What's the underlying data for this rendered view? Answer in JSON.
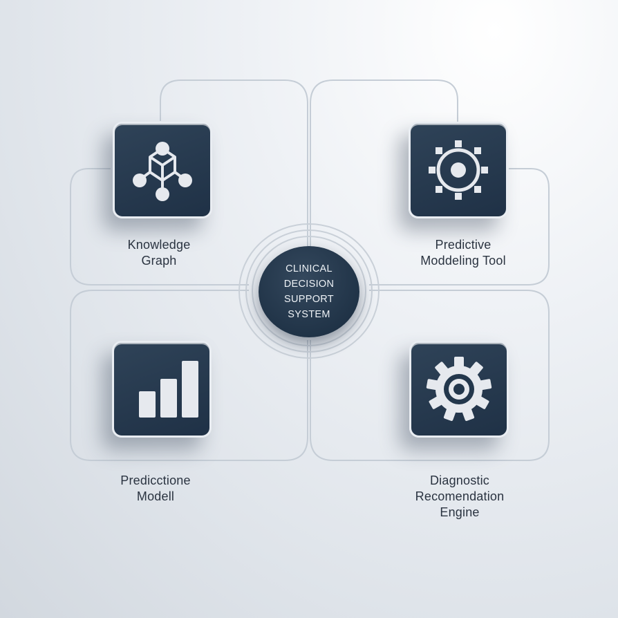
{
  "hub": {
    "lines": [
      "CLINICAL",
      "DECISION",
      "SUPPORT",
      "SYSTEM"
    ]
  },
  "nodes": [
    {
      "id": "knowledge-graph",
      "icon": "network-graph-icon",
      "lines": [
        "Knowledge",
        "Graph"
      ]
    },
    {
      "id": "predictive-modeling-tool",
      "icon": "target-sun-icon",
      "lines": [
        "Predictive",
        "Moddeling Tool"
      ]
    },
    {
      "id": "predictive-model",
      "icon": "bar-chart-icon",
      "lines": [
        "Predicctione",
        "Modell"
      ]
    },
    {
      "id": "diagnostic-engine",
      "icon": "gear-icon",
      "lines": [
        "Diagnostic",
        "Recomendation",
        "Engine"
      ]
    }
  ],
  "colors": {
    "tile": "#23374c",
    "icon": "#e6e9ee",
    "frame": "#c4ccd5",
    "text": "#2a3340"
  }
}
